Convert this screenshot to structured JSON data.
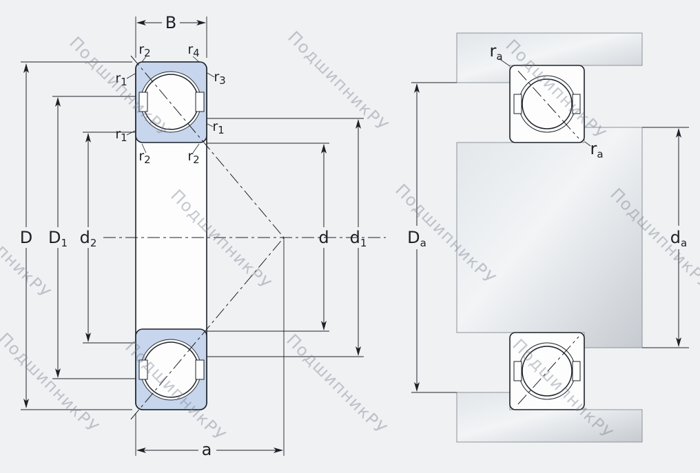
{
  "colors": {
    "bg": "#eff1f3",
    "line": "#1c2127",
    "ring": "#c7d6ed",
    "paper": "#fdfdfe",
    "metalEdge": "#8d939a"
  },
  "dims": {
    "B": {
      "label": "B"
    },
    "a": {
      "label": "a"
    },
    "D": {
      "label": "D"
    },
    "d": {
      "label": "d"
    },
    "D1": {
      "base": "D",
      "sub": "1"
    },
    "d1": {
      "base": "d",
      "sub": "1"
    },
    "d2": {
      "base": "d",
      "sub": "2"
    },
    "Da": {
      "base": "D",
      "sub": "a"
    },
    "da": {
      "base": "d",
      "sub": "a"
    },
    "r1": {
      "base": "r",
      "sub": "1"
    },
    "r2": {
      "base": "r",
      "sub": "2"
    },
    "r3": {
      "base": "r",
      "sub": "3"
    },
    "r4": {
      "base": "r",
      "sub": "4"
    },
    "ra": {
      "base": "r",
      "sub": "a"
    }
  },
  "watermark": {
    "text": "ПодшипникРУ",
    "positions": [
      [
        115,
        48
      ],
      [
        432,
        40
      ],
      [
        748,
        52
      ],
      [
        -58,
        283
      ],
      [
        262,
        270
      ],
      [
        588,
        262
      ],
      [
        900,
        268
      ],
      [
        12,
        478
      ],
      [
        196,
        490
      ],
      [
        430,
        480
      ],
      [
        758,
        487
      ]
    ]
  }
}
